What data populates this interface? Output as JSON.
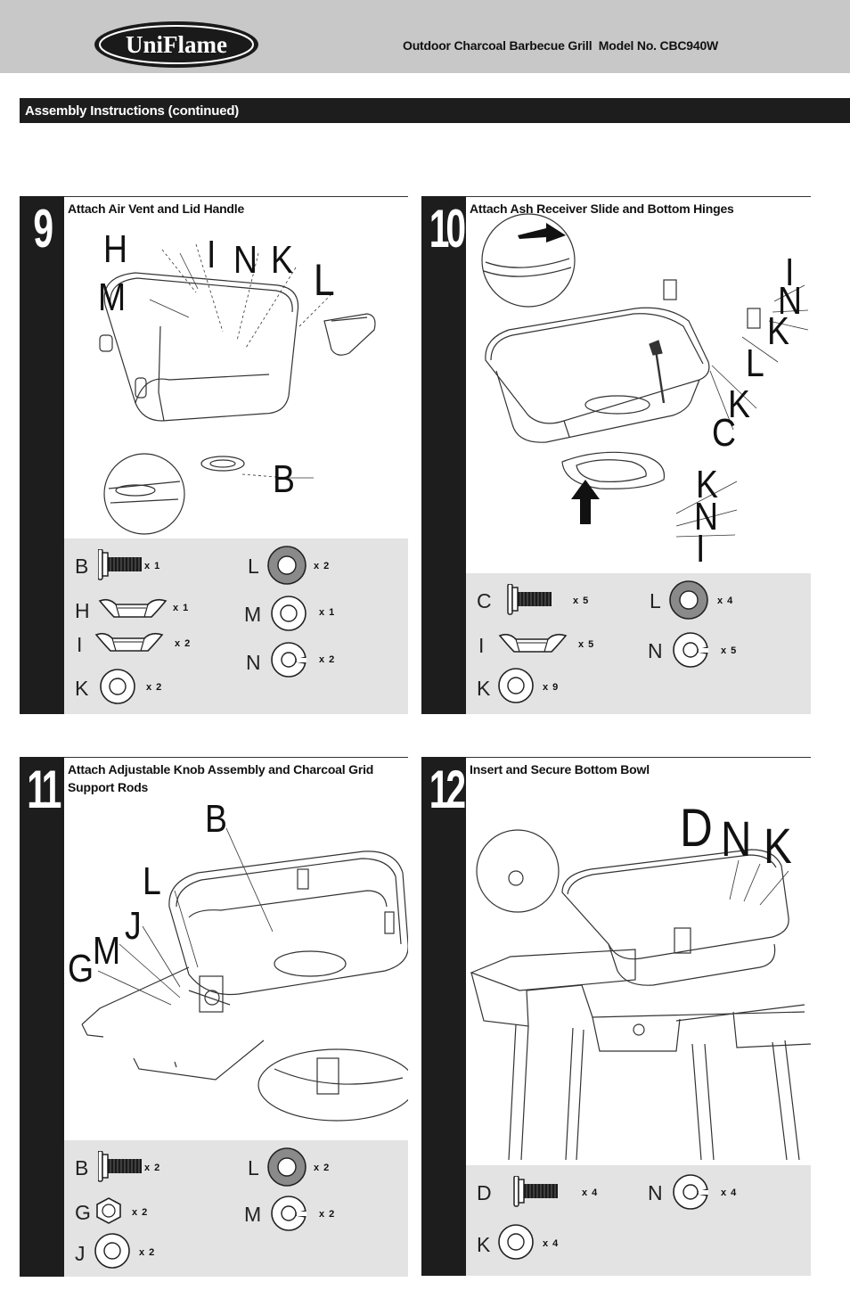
{
  "header": {
    "brand": "UniFlame",
    "title": "Outdoor Charcoal Barbecue Grill  Model No. CBC940W"
  },
  "section": {
    "title": "Assembly Instructions (continued)"
  },
  "steps": [
    {
      "number": "9",
      "title": "Attach Air Vent and Lid Handle",
      "callouts": [
        "H",
        "M",
        "I",
        "N",
        "K",
        "L",
        "B"
      ],
      "hardware": [
        {
          "letter": "B",
          "qty": "x 1",
          "icon": "bolt-icon"
        },
        {
          "letter": "H",
          "qty": "x 1",
          "icon": "spring-washer-icon"
        },
        {
          "letter": "I",
          "qty": "x 2",
          "icon": "spring-washer-icon"
        },
        {
          "letter": "K",
          "qty": "x 2",
          "icon": "flat-washer-icon"
        },
        {
          "letter": "L",
          "qty": "x 2",
          "icon": "gray-washer-icon"
        },
        {
          "letter": "M",
          "qty": "x 1",
          "icon": "flat-washer-icon"
        },
        {
          "letter": "N",
          "qty": "x 2",
          "icon": "split-washer-icon"
        }
      ]
    },
    {
      "number": "10",
      "title": "Attach Ash Receiver Slide and Bottom Hinges",
      "callouts": [
        "I",
        "N",
        "K",
        "L",
        "K",
        "C",
        "K",
        "N",
        "I"
      ],
      "hardware": [
        {
          "letter": "C",
          "qty": "x 5",
          "icon": "bolt-icon"
        },
        {
          "letter": "I",
          "qty": "x 5",
          "icon": "spring-washer-icon"
        },
        {
          "letter": "K",
          "qty": "x 9",
          "icon": "flat-washer-icon"
        },
        {
          "letter": "L",
          "qty": "x 4",
          "icon": "gray-washer-icon"
        },
        {
          "letter": "N",
          "qty": "x 5",
          "icon": "split-washer-icon"
        }
      ]
    },
    {
      "number": "11",
      "title": "Attach Adjustable Knob Assembly and Charcoal Grid Support Rods",
      "callouts": [
        "B",
        "L",
        "J",
        "M",
        "G"
      ],
      "hardware": [
        {
          "letter": "B",
          "qty": "x 2",
          "icon": "bolt-icon"
        },
        {
          "letter": "G",
          "qty": "x 2",
          "icon": "hex-nut-icon"
        },
        {
          "letter": "J",
          "qty": "x 2",
          "icon": "flat-washer-icon"
        },
        {
          "letter": "L",
          "qty": "x 2",
          "icon": "gray-washer-icon"
        },
        {
          "letter": "M",
          "qty": "x 2",
          "icon": "split-washer-icon"
        }
      ]
    },
    {
      "number": "12",
      "title": "Insert and Secure Bottom Bowl",
      "callouts": [
        "D",
        "N",
        "K"
      ],
      "hardware": [
        {
          "letter": "D",
          "qty": "x 4",
          "icon": "bolt-icon"
        },
        {
          "letter": "K",
          "qty": "x 4",
          "icon": "flat-washer-icon"
        },
        {
          "letter": "N",
          "qty": "x 4",
          "icon": "split-washer-icon"
        }
      ]
    }
  ]
}
